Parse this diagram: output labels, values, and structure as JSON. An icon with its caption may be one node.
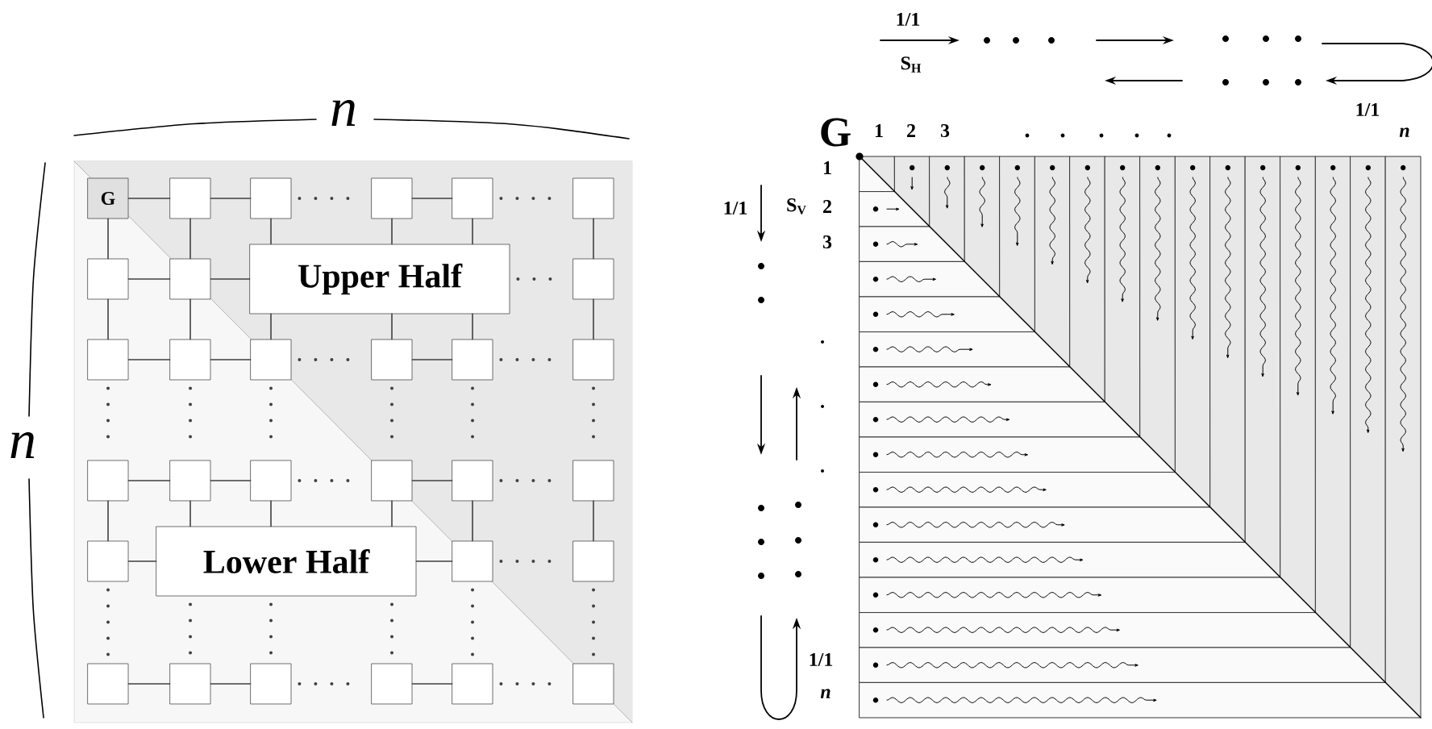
{
  "diagram": {
    "nodes": [
      {
        "text": [
          "G"
        ]
      },
      {
        "text": [],
        "shape": "box"
      },
      {
        "text": [],
        "shape": "box"
      },
      {
        "text": [],
        "shape": "box"
      },
      {
        "text": [],
        "shape": "box"
      },
      {
        "text": [],
        "shape": "box"
      },
      {
        "text": [],
        "shape": "box"
      },
      {
        "text": [],
        "shape": "box"
      },
      {
        "text": [
          "Upper Half"
        ]
      },
      {
        "text": [],
        "shape": "box"
      },
      {
        "text": [],
        "shape": "box"
      },
      {
        "text": [],
        "shape": "box"
      },
      {
        "text": [],
        "shape": "box"
      },
      {
        "text": [],
        "shape": "box"
      },
      {
        "text": [],
        "shape": "box"
      },
      {
        "text": [],
        "shape": "box"
      },
      {
        "text": [],
        "shape": "box"
      },
      {
        "text": [],
        "shape": "box"
      },
      {
        "text": [],
        "shape": "box"
      },
      {
        "text": [],
        "shape": "box"
      },
      {
        "text": [],
        "shape": "box"
      },
      {
        "text": [],
        "shape": "box"
      },
      {
        "text": [],
        "shape": "box"
      },
      {
        "text": [
          "Lower Half"
        ]
      },
      {
        "text": [],
        "shape": "box"
      },
      {
        "text": [],
        "shape": "box"
      },
      {
        "text": [],
        "shape": "box"
      },
      {
        "text": [],
        "shape": "box"
      },
      {
        "text": [],
        "shape": "box"
      },
      {
        "text": [],
        "shape": "box"
      },
      {
        "text": [],
        "shape": "box"
      },
      {
        "text": [],
        "shape": "box"
      }
    ],
    "edges": [
      {
        "from": 0,
        "to": 1,
        "arrow": "none"
      },
      {
        "from": 1,
        "to": 2,
        "arrow": "none"
      },
      {
        "from": 2,
        "to": 3,
        "arrow": "none",
        "style": "dashed"
      },
      {
        "from": 3,
        "to": 4,
        "arrow": "none"
      },
      {
        "from": 4,
        "to": 5,
        "arrow": "none",
        "style": "dashed"
      },
      {
        "from": 6,
        "to": 7,
        "arrow": "none"
      },
      {
        "from": 7,
        "to": 8,
        "arrow": "none"
      },
      {
        "from": 8,
        "to": 9,
        "arrow": "none",
        "style": "dashed"
      },
      {
        "from": 10,
        "to": 11,
        "arrow": "none"
      },
      {
        "from": 11,
        "to": 12,
        "arrow": "none"
      },
      {
        "from": 12,
        "to": 13,
        "arrow": "none",
        "style": "dashed"
      },
      {
        "from": 13,
        "to": 14,
        "arrow": "none"
      },
      {
        "from": 14,
        "to": 15,
        "arrow": "none",
        "style": "dashed"
      },
      {
        "from": 16,
        "to": 17,
        "arrow": "none"
      },
      {
        "from": 17,
        "to": 18,
        "arrow": "none"
      },
      {
        "from": 18,
        "to": 19,
        "arrow": "none",
        "style": "dashed"
      },
      {
        "from": 19,
        "to": 20,
        "arrow": "none"
      },
      {
        "from": 20,
        "to": 21,
        "arrow": "none",
        "style": "dashed"
      },
      {
        "from": 22,
        "to": 23,
        "arrow": "none"
      },
      {
        "from": 23,
        "to": 24,
        "arrow": "none"
      },
      {
        "from": 24,
        "to": 25,
        "arrow": "none",
        "style": "dashed"
      },
      {
        "from": 26,
        "to": 27,
        "arrow": "none"
      },
      {
        "from": 27,
        "to": 28,
        "arrow": "none"
      },
      {
        "from": 28,
        "to": 29,
        "arrow": "none",
        "style": "dashed"
      },
      {
        "from": 29,
        "to": 30,
        "arrow": "none"
      },
      {
        "from": 30,
        "to": 31,
        "arrow": "none",
        "style": "dashed"
      },
      {
        "from": 0,
        "to": 6,
        "arrow": "none"
      },
      {
        "from": 1,
        "to": 7,
        "arrow": "none"
      },
      {
        "from": 2,
        "to": 8,
        "arrow": "none"
      },
      {
        "from": 3,
        "to": 8,
        "arrow": "none"
      },
      {
        "from": 4,
        "to": 8,
        "arrow": "none"
      },
      {
        "from": 5,
        "to": 9,
        "arrow": "none"
      },
      {
        "from": 6,
        "to": 10,
        "arrow": "none"
      },
      {
        "from": 7,
        "to": 11,
        "arrow": "none"
      },
      {
        "from": 8,
        "to": 12,
        "arrow": "none"
      },
      {
        "from": 8,
        "to": 13,
        "arrow": "none"
      },
      {
        "from": 8,
        "to": 14,
        "arrow": "none"
      },
      {
        "from": 9,
        "to": 15,
        "arrow": "none"
      },
      {
        "from": 10,
        "to": 16,
        "arrow": "none",
        "style": "dashed"
      },
      {
        "from": 11,
        "to": 17,
        "arrow": "none",
        "style": "dashed"
      },
      {
        "from": 12,
        "to": 18,
        "arrow": "none",
        "style": "dashed"
      },
      {
        "from": 13,
        "to": 19,
        "arrow": "none",
        "style": "dashed"
      },
      {
        "from": 14,
        "to": 20,
        "arrow": "none",
        "style": "dashed"
      },
      {
        "from": 15,
        "to": 21,
        "arrow": "none",
        "style": "dashed"
      },
      {
        "from": 16,
        "to": 22,
        "arrow": "none"
      },
      {
        "from": 17,
        "to": 23,
        "arrow": "none"
      },
      {
        "from": 18,
        "to": 23,
        "arrow": "none"
      },
      {
        "from": 19,
        "to": 23,
        "arrow": "none"
      },
      {
        "from": 20,
        "to": 24,
        "arrow": "none"
      },
      {
        "from": 21,
        "to": 25,
        "arrow": "none"
      },
      {
        "from": 22,
        "to": 26,
        "arrow": "none",
        "style": "dashed"
      },
      {
        "from": 23,
        "to": 27,
        "arrow": "none",
        "style": "dashed"
      },
      {
        "from": 23,
        "to": 28,
        "arrow": "none",
        "style": "dashed"
      },
      {
        "from": 23,
        "to": 29,
        "arrow": "none",
        "style": "dashed"
      },
      {
        "from": 24,
        "to": 30,
        "arrow": "none",
        "style": "dashed"
      },
      {
        "from": 25,
        "to": 31,
        "arrow": "none",
        "style": "dashed"
      }
    ],
    "labels": [
      "n",
      "n",
      "1/1",
      "S$_{H}$",
      "1/1",
      "G",
      "1",
      "2",
      "3",
      "n",
      "1/1",
      "S$_{V}$",
      "1",
      "2",
      "3",
      "1/1",
      "n"
    ]
  }
}
